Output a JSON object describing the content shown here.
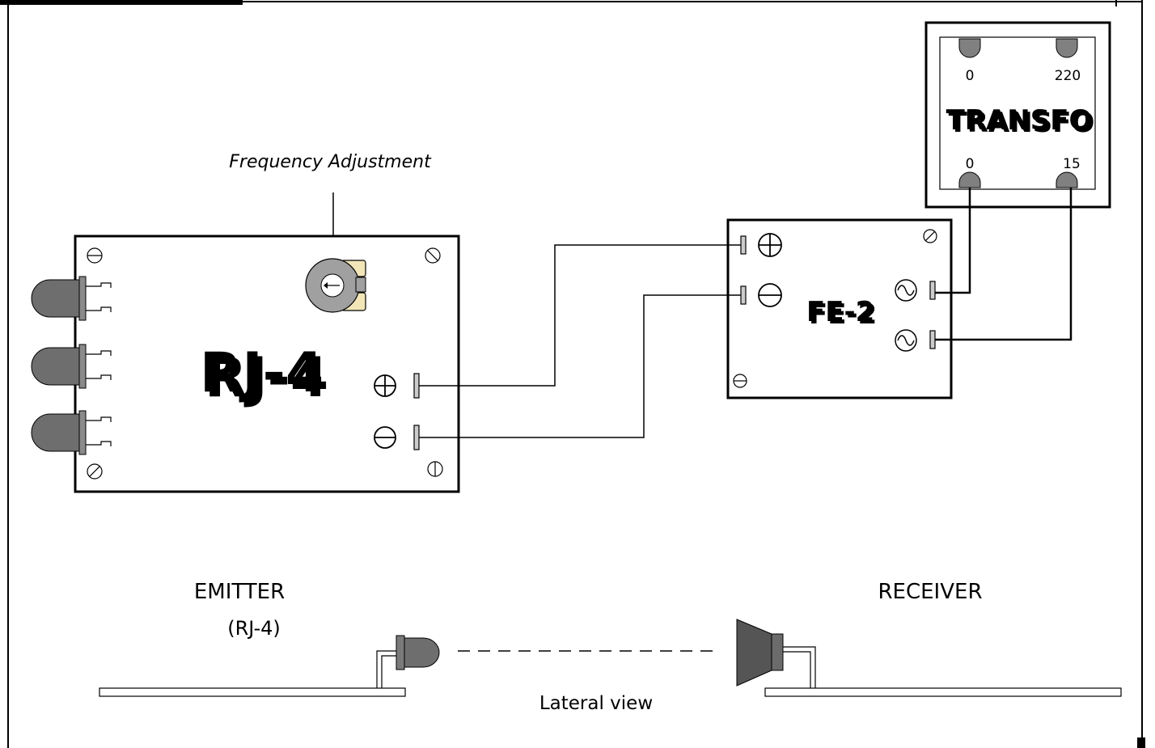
{
  "annotation": {
    "frequency_adjustment": "Frequency Adjustment"
  },
  "boards": {
    "rj4": {
      "name": "RJ-4"
    },
    "fe2": {
      "name": "FE-2"
    },
    "transfo": {
      "name": "TRANSFO",
      "terminal_top_left": "0",
      "terminal_top_right": "220",
      "terminal_bottom_left": "0",
      "terminal_bottom_right": "15"
    }
  },
  "sections": {
    "emitter": "EMITTER",
    "emitter_sub": "(RJ-4)",
    "receiver": "RECEIVER",
    "lateral_view": "Lateral view"
  },
  "colors": {
    "led_gray": "#6e6e6e",
    "terminal_gray": "#808080",
    "trimmer_gray": "#a0a0a0",
    "trimmer_pad": "#f2e6b8",
    "receiver_dark": "#555555"
  }
}
